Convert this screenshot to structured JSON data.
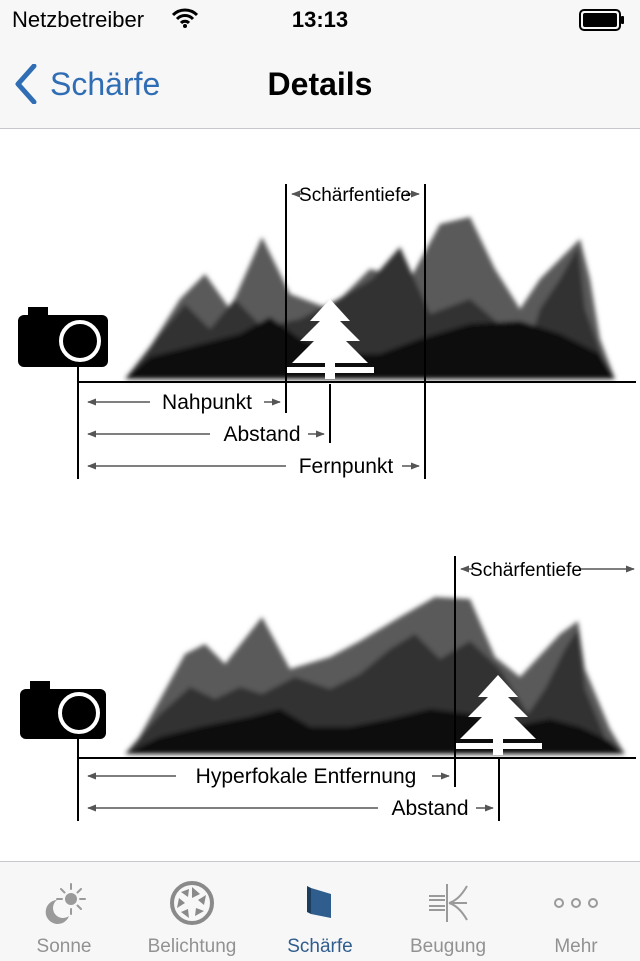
{
  "status": {
    "carrier": "Netzbetreiber",
    "time": "13:13"
  },
  "nav": {
    "back_label": "Schärfe",
    "title": "Details"
  },
  "diagram1": {
    "depth_label": "Schärfentiefe",
    "near_label": "Nahpunkt",
    "distance_label": "Abstand",
    "far_label": "Fernpunkt"
  },
  "diagram2": {
    "depth_label": "Schärfentiefe",
    "hyperfocal_label": "Hyperfokale Entfernung",
    "distance_label": "Abstand"
  },
  "tabs": [
    {
      "label": "Sonne",
      "icon": "sun-moon-icon"
    },
    {
      "label": "Belichtung",
      "icon": "aperture-icon"
    },
    {
      "label": "Schärfe",
      "icon": "focus-plane-icon",
      "active": true
    },
    {
      "label": "Beugung",
      "icon": "diffraction-icon"
    },
    {
      "label": "Mehr",
      "icon": "more-icon"
    }
  ],
  "colors": {
    "accent": "#2f6db5",
    "active_tab": "#2f5d8e",
    "inactive_tab": "#929292"
  }
}
